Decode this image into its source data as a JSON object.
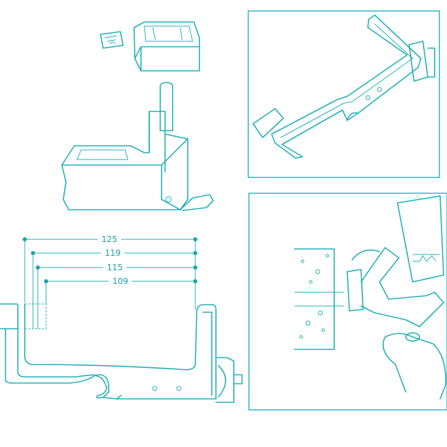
{
  "dimensions": [
    {
      "label": "125"
    },
    {
      "label": "119"
    },
    {
      "label": "115"
    },
    {
      "label": "109"
    }
  ],
  "accent_color": "#1fb0b6"
}
